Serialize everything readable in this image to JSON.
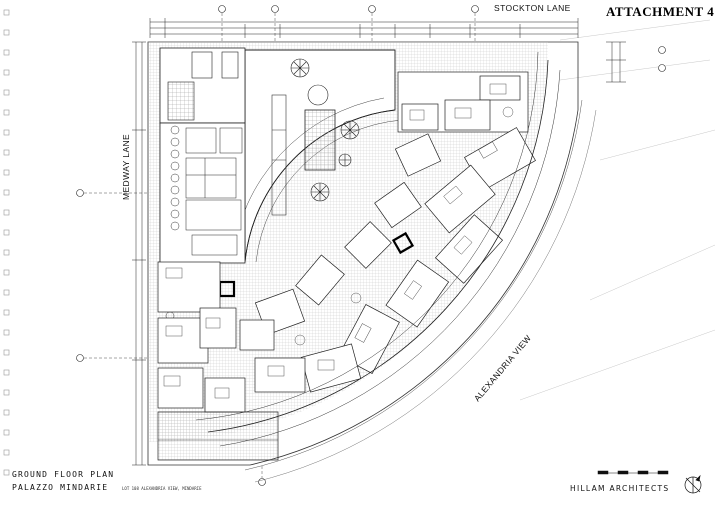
{
  "header": {
    "attachment": "ATTACHMENT 4"
  },
  "streets": {
    "north": "STOCKTON LANE",
    "west": "MEDWAY LANE",
    "curve": "ALEXANDRIA VIEW"
  },
  "title_block": {
    "line1": "GROUND FLOOR PLAN",
    "line2": "PALAZZO MINDARIE",
    "lot": "LOT 108 ALEXANDRIA VIEW, MINDARIE",
    "architect": "HILLAM ARCHITECTS"
  },
  "colors": {
    "ink": "#111111",
    "grid": "#9a9a9a",
    "paper": "#ffffff"
  },
  "icons": {
    "north_arrow": "north-arrow-icon",
    "trees": "tree-icon"
  }
}
